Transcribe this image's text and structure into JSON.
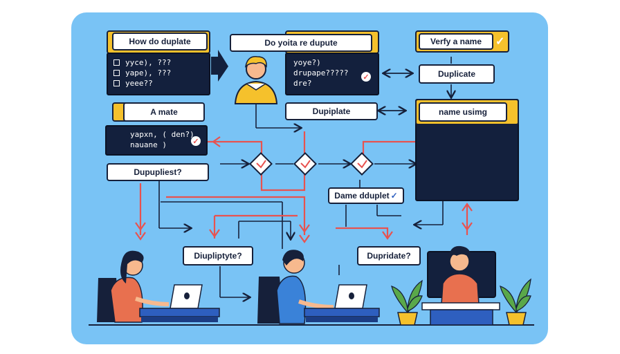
{
  "boxes": {
    "q_how": "How do duplate",
    "q_how_lines": [
      "yyce), ???",
      "yape), ???",
      "yeee??"
    ],
    "q_do": "Do yoita re dupute",
    "q_do_lines": [
      "yoye?)",
      "drupape?????",
      "dre?"
    ],
    "verify": "Verfy a name",
    "duplicate_right": "Duplicate",
    "name_using": "name usimg",
    "a_mate": "A mate",
    "a_mate_lines": [
      "yapxn, ( den?)",
      "nauane )"
    ],
    "dupiplate_mid": "Dupiplate",
    "dupupliest": "Dupupliest?",
    "dame_dduplet": "Dame dduplet",
    "diupliptyte": "Diupliptyte?",
    "dupridate": "Dupridate?"
  },
  "colors": {
    "panel": "#79c3f5",
    "navy": "#13203d",
    "accent_yellow": "#f5c12c",
    "arrow_red": "#e8524f",
    "desk_blue": "#2e5fbf"
  }
}
